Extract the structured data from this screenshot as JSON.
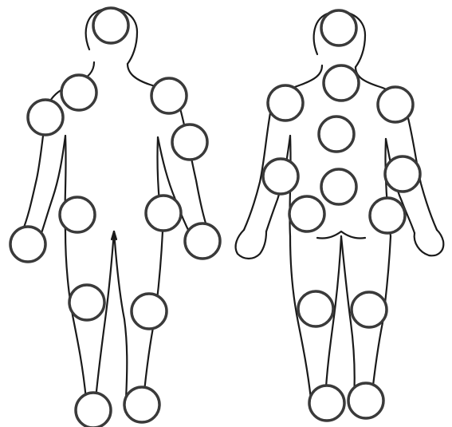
{
  "colors": {
    "background": "#ffffff",
    "outline": "#1a1a1a",
    "marker_fill": "#ffffff",
    "marker_stroke": "#3a3a3a"
  },
  "figures": [
    {
      "view": "front",
      "markers": [
        "head",
        "left-shoulder",
        "right-shoulder",
        "left-upper-arm",
        "right-upper-arm",
        "left-hip",
        "right-hip",
        "left-hand",
        "right-hand",
        "left-knee",
        "right-knee",
        "left-foot",
        "right-foot"
      ]
    },
    {
      "view": "back",
      "markers": [
        "head",
        "neck",
        "left-shoulder",
        "right-shoulder",
        "mid-back",
        "lower-back",
        "left-elbow",
        "right-elbow",
        "left-buttock",
        "right-buttock",
        "left-knee",
        "right-knee",
        "left-foot",
        "right-foot"
      ]
    }
  ]
}
